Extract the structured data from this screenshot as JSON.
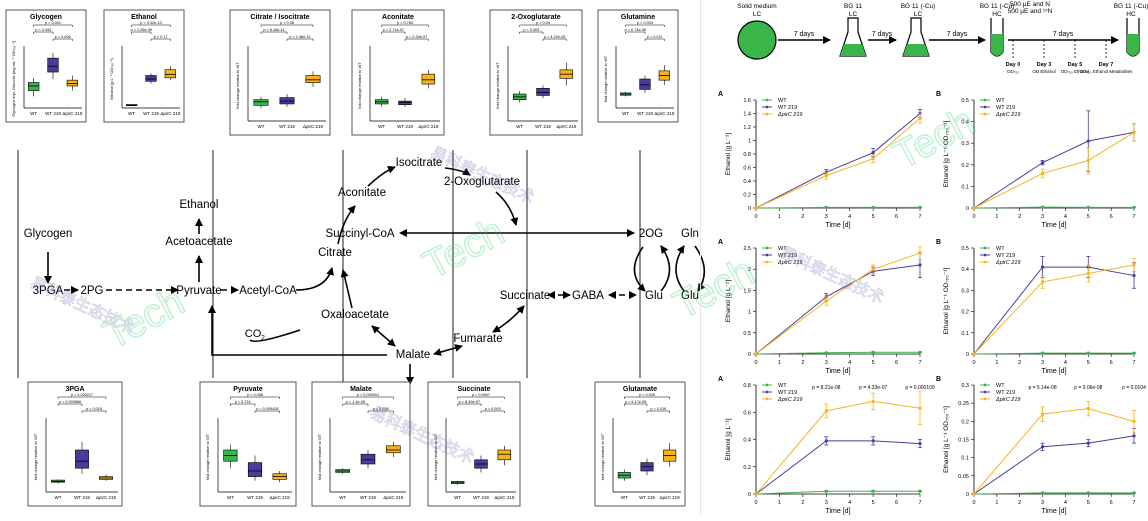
{
  "watermark": {
    "text_latin": "Tech",
    "text_cn": "易科泰生态技术",
    "color": "#2ecc71"
  },
  "pathway": {
    "nodes": {
      "ethanol": "Ethanol",
      "glycogen": "Glycogen",
      "acetoacetate": "Acetoacetate",
      "pga3": "3PGA",
      "pg2": "2PG",
      "pyruvate": "Pyruvate",
      "acetylcoa": "Acetyl-CoA",
      "citrate": "Citrate",
      "aconitate": "Aconitate",
      "isocitrate": "Isocitrate",
      "oxoglutarate": "2-Oxoglutarate",
      "succinylcoa": "Succinyl-CoA",
      "og2": "2OG",
      "gln": "Gln",
      "glu1": "Glu",
      "glu2": "Glu",
      "gaba": "GABA",
      "succinate": "Succinate",
      "fumarate": "Fumarate",
      "malate": "Malate",
      "oxaloacetate": "Oxaloacetate",
      "co2": "CO",
      "co2_sub": "2"
    }
  },
  "boxplots": [
    {
      "title": "Glycogen",
      "ylabel": "Glycogen equ. Glucose [mg mL⁻¹ OD₇₅₀⁻¹]",
      "cats": [
        "WT",
        "WT 219",
        "ΔpirC 219"
      ],
      "colors": [
        "#39b54a",
        "#4b3b9a",
        "#f7b418"
      ],
      "p": [
        "p = 0.001",
        "p = 0.343",
        "p = 0.008"
      ],
      "boxes": [
        {
          "q1": 0.3,
          "med": 0.38,
          "q3": 0.44,
          "lo": 0.2,
          "hi": 0.52
        },
        {
          "q1": 0.62,
          "med": 0.72,
          "q3": 0.86,
          "lo": 0.5,
          "hi": 0.95
        },
        {
          "q1": 0.38,
          "med": 0.42,
          "q3": 0.48,
          "lo": 0.3,
          "hi": 0.56
        }
      ]
    },
    {
      "title": "Ethanol",
      "ylabel": "Ethanol [g L⁻¹ OD₇₅₀⁻¹]",
      "cats": [
        "WT",
        "WT 219",
        "ΔpirC 219"
      ],
      "colors": [
        "#39b54a",
        "#4b3b9a",
        "#f7b418"
      ],
      "p": [
        "p = 3.32e-10",
        "p = 1.26e-09",
        "p = 0.17"
      ],
      "boxes": [
        {
          "q1": 0.04,
          "med": 0.05,
          "q3": 0.06,
          "lo": 0.04,
          "hi": 0.06
        },
        {
          "q1": 0.46,
          "med": 0.5,
          "q3": 0.56,
          "lo": 0.42,
          "hi": 0.6
        },
        {
          "q1": 0.52,
          "med": 0.58,
          "q3": 0.66,
          "lo": 0.48,
          "hi": 0.72
        }
      ]
    },
    {
      "title": "Citrate / Isocitrate",
      "ylabel": "fold change relative to WT",
      "cats": [
        "WT",
        "WT 219",
        "ΔpirC 219"
      ],
      "colors": [
        "#39b54a",
        "#4b3b9a",
        "#f7b418"
      ],
      "p": [
        "p = 0.38",
        "p = 6.16e-11",
        "p = 1.36e-11"
      ],
      "boxes": [
        {
          "q1": 0.22,
          "med": 0.27,
          "q3": 0.3,
          "lo": 0.18,
          "hi": 0.34
        },
        {
          "q1": 0.24,
          "med": 0.28,
          "q3": 0.33,
          "lo": 0.2,
          "hi": 0.38
        },
        {
          "q1": 0.54,
          "med": 0.58,
          "q3": 0.64,
          "lo": 0.48,
          "hi": 0.7
        }
      ]
    },
    {
      "title": "Aconitate",
      "ylabel": "fold change relative to WT",
      "cats": [
        "WT",
        "WT 219",
        "ΔpirC 219"
      ],
      "colors": [
        "#39b54a",
        "#4b3b9a",
        "#f7b418"
      ],
      "p": [
        "p = 0.784",
        "p = 2.71e-07",
        "p = 2.34e-07"
      ],
      "boxes": [
        {
          "q1": 0.24,
          "med": 0.27,
          "q3": 0.3,
          "lo": 0.2,
          "hi": 0.34
        },
        {
          "q1": 0.23,
          "med": 0.26,
          "q3": 0.28,
          "lo": 0.2,
          "hi": 0.32
        },
        {
          "q1": 0.52,
          "med": 0.58,
          "q3": 0.66,
          "lo": 0.46,
          "hi": 0.72
        }
      ]
    },
    {
      "title": "2-Oxoglutarate",
      "ylabel": "fold change relative to WT",
      "cats": [
        "WT",
        "WT 219",
        "ΔpirC 219"
      ],
      "colors": [
        "#39b54a",
        "#4b3b9a",
        "#f7b418"
      ],
      "p": [
        "p = 0.04",
        "p = 0.003",
        "p = 4.22e-05"
      ],
      "boxes": [
        {
          "q1": 0.3,
          "med": 0.34,
          "q3": 0.38,
          "lo": 0.26,
          "hi": 0.42
        },
        {
          "q1": 0.36,
          "med": 0.4,
          "q3": 0.46,
          "lo": 0.32,
          "hi": 0.5
        },
        {
          "q1": 0.6,
          "med": 0.66,
          "q3": 0.72,
          "lo": 0.5,
          "hi": 0.82
        }
      ]
    },
    {
      "title": "Glutamine",
      "ylabel": "fold change relative to WT",
      "cats": [
        "WT",
        "WT 219",
        "ΔpirC 219"
      ],
      "colors": [
        "#39b54a",
        "#4b3b9a",
        "#f7b418"
      ],
      "p": [
        "p = 0.003",
        "p = 6.74e-06",
        "p = 0.011"
      ],
      "boxes": [
        {
          "q1": 0.22,
          "med": 0.24,
          "q3": 0.26,
          "lo": 0.2,
          "hi": 0.28
        },
        {
          "q1": 0.32,
          "med": 0.4,
          "q3": 0.5,
          "lo": 0.26,
          "hi": 0.56
        },
        {
          "q1": 0.48,
          "med": 0.56,
          "q3": 0.64,
          "lo": 0.4,
          "hi": 0.74
        }
      ]
    },
    {
      "title": "3PGA",
      "ylabel": "fold change relative to WT",
      "cats": [
        "WT",
        "WT 219",
        "ΔpirC 219"
      ],
      "colors": [
        "#39b54a",
        "#4b3b9a",
        "#f7b418"
      ],
      "p": [
        "p = 0.000217",
        "p = 0.000866",
        "p = 0.015"
      ],
      "boxes": [
        {
          "q1": 0.14,
          "med": 0.15,
          "q3": 0.17,
          "lo": 0.12,
          "hi": 0.18
        },
        {
          "q1": 0.34,
          "med": 0.44,
          "q3": 0.6,
          "lo": 0.26,
          "hi": 0.72
        },
        {
          "q1": 0.18,
          "med": 0.2,
          "q3": 0.22,
          "lo": 0.16,
          "hi": 0.25
        }
      ]
    },
    {
      "title": "Pyruvate",
      "ylabel": "fold change relative to WT",
      "cats": [
        "WT",
        "WT 219",
        "ΔpirC 219"
      ],
      "colors": [
        "#39b54a",
        "#4b3b9a",
        "#f7b418"
      ],
      "p": [
        "p = 0.058",
        "p = 0.724",
        "p = 0.009428"
      ],
      "boxes": [
        {
          "q1": 0.44,
          "med": 0.52,
          "q3": 0.6,
          "lo": 0.34,
          "hi": 0.68
        },
        {
          "q1": 0.22,
          "med": 0.3,
          "q3": 0.42,
          "lo": 0.16,
          "hi": 0.52
        },
        {
          "q1": 0.18,
          "med": 0.22,
          "q3": 0.26,
          "lo": 0.14,
          "hi": 0.3
        }
      ]
    },
    {
      "title": "Malate",
      "ylabel": "fold change relative to WT",
      "cats": [
        "WT",
        "WT 219",
        "ΔpirC 219"
      ],
      "colors": [
        "#39b54a",
        "#4b3b9a",
        "#f7b418"
      ],
      "p": [
        "p = 0.000001",
        "p = 1.1e-06",
        "p = 0.038"
      ],
      "boxes": [
        {
          "q1": 0.28,
          "med": 0.3,
          "q3": 0.32,
          "lo": 0.26,
          "hi": 0.34
        },
        {
          "q1": 0.4,
          "med": 0.46,
          "q3": 0.54,
          "lo": 0.34,
          "hi": 0.6
        },
        {
          "q1": 0.56,
          "med": 0.6,
          "q3": 0.66,
          "lo": 0.5,
          "hi": 0.72
        }
      ]
    },
    {
      "title": "Succinate",
      "ylabel": "fold change relative to WT",
      "cats": [
        "WT",
        "WT 219",
        "ΔpirC 219"
      ],
      "colors": [
        "#39b54a",
        "#4b3b9a",
        "#f7b418"
      ],
      "p": [
        "p = 0.0007",
        "p = 8.49e-07",
        "p = 0.003"
      ],
      "boxes": [
        {
          "q1": 0.12,
          "med": 0.14,
          "q3": 0.15,
          "lo": 0.1,
          "hi": 0.16
        },
        {
          "q1": 0.34,
          "med": 0.4,
          "q3": 0.46,
          "lo": 0.28,
          "hi": 0.52
        },
        {
          "q1": 0.46,
          "med": 0.54,
          "q3": 0.6,
          "lo": 0.38,
          "hi": 0.66
        }
      ]
    },
    {
      "title": "Glutamate",
      "ylabel": "fold change relative to WT",
      "cats": [
        "WT",
        "WT 219",
        "ΔpirC 219"
      ],
      "colors": [
        "#39b54a",
        "#4b3b9a",
        "#f7b418"
      ],
      "p": [
        "p = 0.005",
        "p = 6.17e-05",
        "p = 0.016"
      ],
      "boxes": [
        {
          "q1": 0.2,
          "med": 0.24,
          "q3": 0.28,
          "lo": 0.16,
          "hi": 0.32
        },
        {
          "q1": 0.3,
          "med": 0.36,
          "q3": 0.42,
          "lo": 0.24,
          "hi": 0.48
        },
        {
          "q1": 0.44,
          "med": 0.52,
          "q3": 0.6,
          "lo": 0.36,
          "hi": 0.7
        }
      ]
    }
  ],
  "workflow": {
    "steps": [
      {
        "top": "Solid medium",
        "bottom": "LC"
      },
      {
        "top": "BG 11",
        "bottom": "LC"
      },
      {
        "top": "BG 11 (-Cu)",
        "bottom": "LC"
      },
      {
        "top": "500 µE and N",
        "bottom": "500 µE and ¹⁵N"
      },
      {
        "top": "BG 11 (-Cu)",
        "bottom": "HC"
      },
      {
        "top": "BG 11 (-Cu)",
        "bottom": "HC"
      }
    ],
    "arrows": [
      "7 days",
      "7 days",
      "7 days",
      "7 days"
    ],
    "days": [
      {
        "day": "Day 0",
        "sub": "OD₇₅₀"
      },
      {
        "day": "Day 3",
        "sub": "OD Ethanol"
      },
      {
        "day": "Day 5",
        "sub": "OD₇₅₀ Ethanol"
      },
      {
        "day": "Day 7",
        "sub": "OD₇₅₀ Ethanol Metabolites"
      }
    ]
  },
  "chart_data": [
    {
      "type": "line",
      "panel": "A",
      "ylabel": "Ethanol [g L⁻¹]",
      "xlabel": "Time [d]",
      "x": [
        0,
        3,
        5,
        7
      ],
      "xlim": [
        0,
        7
      ],
      "ylim": [
        0,
        1.6
      ],
      "yticks": [
        0.0,
        0.2,
        0.4,
        0.6,
        0.8,
        1.0,
        1.2,
        1.4,
        1.6
      ],
      "series": [
        {
          "name": "WT",
          "color": "#39b54a",
          "values": [
            0,
            0.01,
            0.01,
            0.01
          ],
          "err": [
            0,
            0.005,
            0.005,
            0.005
          ]
        },
        {
          "name": "WT 219",
          "color": "#4b3b9a",
          "values": [
            0,
            0.53,
            0.82,
            1.4
          ],
          "err": [
            0,
            0.04,
            0.06,
            0.06
          ]
        },
        {
          "name": "ΔpirC 219",
          "color": "#f7b418",
          "values": [
            0,
            0.48,
            0.73,
            1.33
          ],
          "err": [
            0,
            0.05,
            0.06,
            0.07
          ]
        }
      ],
      "annotations": []
    },
    {
      "type": "line",
      "panel": "B",
      "ylabel": "Ethanol [g L⁻¹ OD₇₅₀⁻¹]",
      "xlabel": "Time [d]",
      "x": [
        0,
        3,
        5,
        7
      ],
      "xlim": [
        0,
        7
      ],
      "ylim": [
        0,
        0.5
      ],
      "yticks": [
        0.0,
        0.1,
        0.2,
        0.3,
        0.4,
        0.5
      ],
      "series": [
        {
          "name": "WT",
          "color": "#39b54a",
          "values": [
            0,
            0.004,
            0.003,
            0.003
          ],
          "err": [
            0,
            0.002,
            0.002,
            0.002
          ]
        },
        {
          "name": "WT 219",
          "color": "#4b3b9a",
          "values": [
            0,
            0.21,
            0.31,
            0.35
          ],
          "err": [
            0,
            0.01,
            0.14,
            0.04
          ]
        },
        {
          "name": "ΔpirC 219",
          "color": "#f7b418",
          "values": [
            0,
            0.16,
            0.22,
            0.35
          ],
          "err": [
            0,
            0.02,
            0.06,
            0.04
          ]
        }
      ],
      "annotations": []
    },
    {
      "type": "line",
      "panel": "A",
      "ylabel": "Ethanol [g L⁻¹]",
      "xlabel": "Time [d]",
      "x": [
        0,
        3,
        5,
        7
      ],
      "xlim": [
        0,
        7
      ],
      "ylim": [
        0,
        2.5
      ],
      "yticks": [
        0.0,
        0.5,
        1.0,
        1.5,
        2.0,
        2.5
      ],
      "series": [
        {
          "name": "WT",
          "color": "#39b54a",
          "values": [
            0,
            0.03,
            0.04,
            0.04
          ],
          "err": [
            0,
            0.01,
            0.01,
            0.01
          ]
        },
        {
          "name": "WT 219",
          "color": "#4b3b9a",
          "values": [
            0,
            1.35,
            1.95,
            2.1
          ],
          "err": [
            0,
            0.08,
            0.1,
            0.3
          ]
        },
        {
          "name": "ΔpirC 219",
          "color": "#f7b418",
          "values": [
            0,
            1.25,
            2.0,
            2.38
          ],
          "err": [
            0,
            0.1,
            0.1,
            0.15
          ]
        }
      ],
      "annotations": []
    },
    {
      "type": "line",
      "panel": "B",
      "ylabel": "Ethanol [g L⁻¹ OD₇₅₀⁻¹]",
      "xlabel": "Time [d]",
      "x": [
        0,
        3,
        5,
        7
      ],
      "xlim": [
        0,
        7
      ],
      "ylim": [
        0,
        0.5
      ],
      "yticks": [
        0.0,
        0.1,
        0.2,
        0.3,
        0.4,
        0.5
      ],
      "series": [
        {
          "name": "WT",
          "color": "#39b54a",
          "values": [
            0,
            0.004,
            0.004,
            0.004
          ],
          "err": [
            0,
            0.002,
            0.002,
            0.002
          ]
        },
        {
          "name": "WT 219",
          "color": "#4b3b9a",
          "values": [
            0,
            0.41,
            0.41,
            0.37
          ],
          "err": [
            0,
            0.05,
            0.05,
            0.06
          ]
        },
        {
          "name": "ΔpirC 219",
          "color": "#f7b418",
          "values": [
            0,
            0.34,
            0.38,
            0.42
          ],
          "err": [
            0,
            0.03,
            0.04,
            0.03
          ]
        }
      ],
      "annotations": []
    },
    {
      "type": "line",
      "panel": "A",
      "ylabel": "Ethanol [g L⁻¹]",
      "xlabel": "Time [d]",
      "x": [
        0,
        3,
        5,
        7
      ],
      "xlim": [
        0,
        7
      ],
      "ylim": [
        0,
        0.8
      ],
      "yticks": [
        0.0,
        0.2,
        0.4,
        0.6,
        0.8
      ],
      "series": [
        {
          "name": "WT",
          "color": "#39b54a",
          "values": [
            0,
            0.02,
            0.02,
            0.02
          ],
          "err": [
            0,
            0.005,
            0.005,
            0.005
          ]
        },
        {
          "name": "WT 219",
          "color": "#4b3b9a",
          "values": [
            0,
            0.39,
            0.39,
            0.37
          ],
          "err": [
            0,
            0.03,
            0.03,
            0.03
          ]
        },
        {
          "name": "ΔpirC 219",
          "color": "#f7b418",
          "values": [
            0,
            0.61,
            0.68,
            0.63
          ],
          "err": [
            0,
            0.05,
            0.06,
            0.12
          ]
        }
      ],
      "annotations": [
        {
          "x": 3,
          "text": "p = 8.21e-08"
        },
        {
          "x": 5,
          "text": "p = 4.33e-07"
        },
        {
          "x": 7,
          "text": "p = 0.000109"
        }
      ]
    },
    {
      "type": "line",
      "panel": "B",
      "ylabel": "Ethanol [g L⁻¹ OD₇₅₀⁻¹]",
      "xlabel": "Time [d]",
      "x": [
        0,
        3,
        5,
        7
      ],
      "xlim": [
        0,
        7
      ],
      "ylim": [
        0,
        0.3
      ],
      "yticks": [
        0.0,
        0.05,
        0.1,
        0.15,
        0.2,
        0.25,
        0.3
      ],
      "series": [
        {
          "name": "WT",
          "color": "#39b54a",
          "values": [
            0,
            0.003,
            0.003,
            0.003
          ],
          "err": [
            0,
            0.001,
            0.001,
            0.001
          ]
        },
        {
          "name": "WT 219",
          "color": "#4b3b9a",
          "values": [
            0,
            0.13,
            0.14,
            0.16
          ],
          "err": [
            0,
            0.01,
            0.01,
            0.02
          ]
        },
        {
          "name": "ΔpirC 219",
          "color": "#f7b418",
          "values": [
            0,
            0.22,
            0.235,
            0.2
          ],
          "err": [
            0,
            0.02,
            0.02,
            0.03
          ]
        }
      ],
      "annotations": [
        {
          "x": 3,
          "text": "p = 5.14e-08"
        },
        {
          "x": 5,
          "text": "p = 3.06e-08"
        },
        {
          "x": 7,
          "text": "p = 0.0104"
        }
      ]
    }
  ]
}
